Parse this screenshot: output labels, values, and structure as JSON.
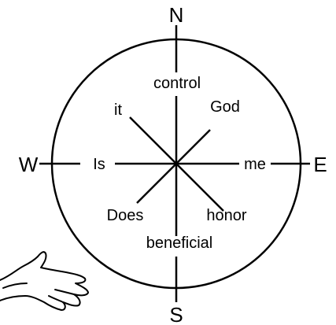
{
  "compass": {
    "north": "N",
    "south": "S",
    "east": "E",
    "west": "W"
  },
  "words": {
    "top": "control",
    "bottom": "beneficial",
    "left": "Is",
    "right": "me",
    "upper_left": "it",
    "upper_right": "God",
    "lower_left": "Does",
    "lower_right": "honor"
  },
  "colors": {
    "stroke": "#000000",
    "background": "#ffffff"
  },
  "icons": {
    "hand": "pointing-hand-icon"
  }
}
